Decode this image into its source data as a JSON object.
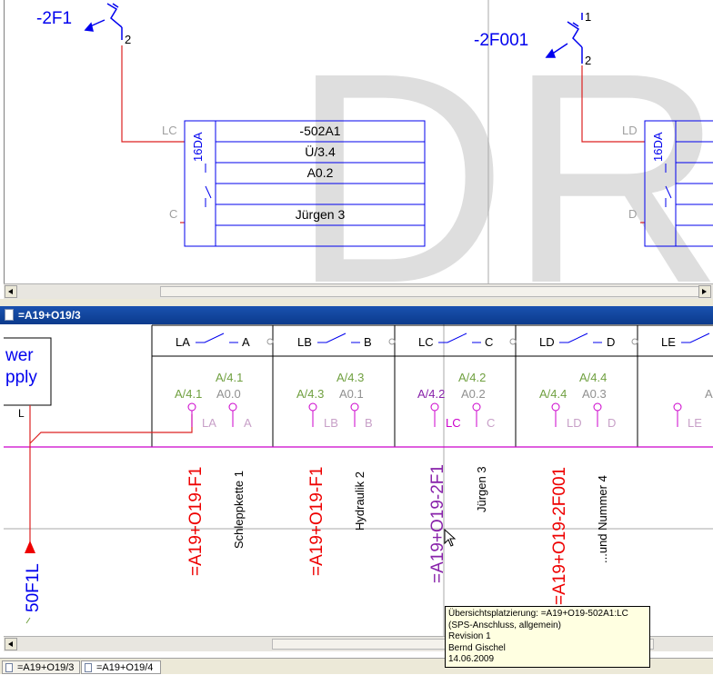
{
  "top": {
    "breaker_left": {
      "name": "-2F1",
      "terminal": "2"
    },
    "breaker_right": {
      "name": "-2F001",
      "terminal_top": "1",
      "terminal_bottom": "2"
    },
    "module": {
      "pin_top": "LC",
      "pin_bottom": "C",
      "side_label": "16DA",
      "rows": [
        "-502A1",
        "Ü/3.4",
        "A0.2",
        "",
        "Jürgen 3"
      ]
    },
    "module_right": {
      "pin_top": "LD",
      "pin_bottom": "D",
      "side_label": "16DA"
    },
    "watermark": "DR"
  },
  "bottom": {
    "window_title": "=A19+O19/3",
    "power_supply": {
      "line1": "wer",
      "line2": "pply",
      "pin": "L",
      "connector": "50F1L"
    },
    "channels": [
      {
        "header_left": "LA",
        "header_right": "A",
        "page_ref_upper": "A/4.1",
        "page_ref_lower": "A/4.1",
        "addr": "A0.0",
        "pin_left": "LA",
        "pin_right": "A",
        "ref": "=A19+O19-F1",
        "desc": "Schleppkette 1"
      },
      {
        "header_left": "LB",
        "header_right": "B",
        "page_ref_upper": "A/4.3",
        "page_ref_lower": "A/4.3",
        "addr": "A0.1",
        "pin_left": "LB",
        "pin_right": "B",
        "ref": "=A19+O19-F1",
        "desc": "Hydraulik 2"
      },
      {
        "header_left": "LC",
        "header_right": "C",
        "page_ref_upper": "A/4.2",
        "page_ref_lower": "A/4.2",
        "addr": "A0.2",
        "pin_left": "LC",
        "pin_right": "C",
        "ref": "=A19+O19-2F1",
        "desc": "Jürgen 3"
      },
      {
        "header_left": "LD",
        "header_right": "D",
        "page_ref_upper": "A/4.4",
        "page_ref_lower": "A/4.4",
        "addr": "A0.3",
        "pin_left": "LD",
        "pin_right": "D",
        "ref": "=A19+O19-2F001",
        "desc": "...und Nummer 4"
      },
      {
        "header_left": "LE",
        "header_right": "",
        "page_ref_upper": "",
        "page_ref_lower": "A",
        "addr": "",
        "pin_left": "LE",
        "pin_right": "",
        "ref": "",
        "desc": ""
      }
    ]
  },
  "tooltip": {
    "line1": "Übersichtsplatzierung: =A19+O19-502A1:LC",
    "line2": "(SPS-Anschluss, allgemein)",
    "line3": "Revision 1",
    "line4": "Bernd Gischel",
    "line5": "14.06.2009"
  },
  "tabs": [
    "=A19+O19/3",
    "=A19+O19/4"
  ],
  "colors": {
    "blue": "#0000ee",
    "wire_red": "#dd2222",
    "ref_red": "#ee0000",
    "magenta": "#cc00cc",
    "purple": "#8822aa",
    "green": "#70a040",
    "watermark": "#dedede",
    "title_bar": "#0b3a8c"
  }
}
